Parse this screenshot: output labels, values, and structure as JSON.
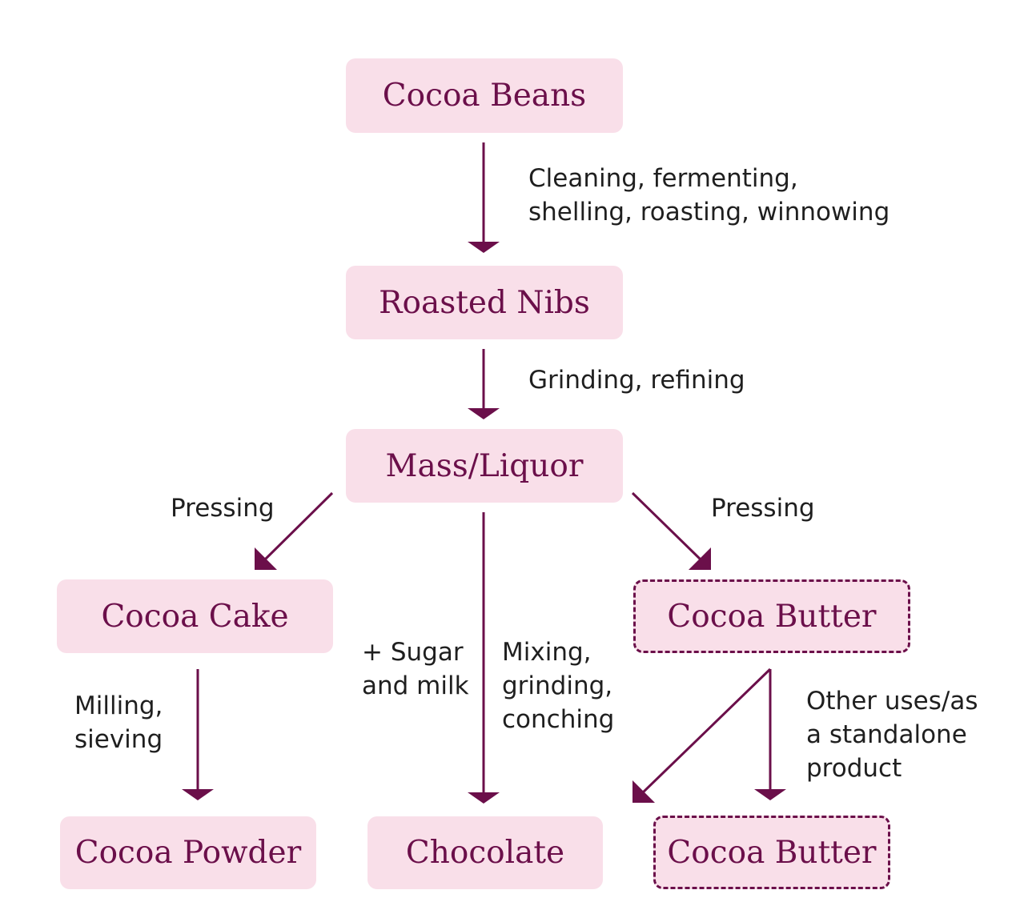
{
  "colors": {
    "node_fill": "#f9dfe9",
    "node_text": "#6b0f4a",
    "arrow": "#6b0f4a",
    "label_text": "#1f1f1f"
  },
  "nodes": {
    "cocoa_beans": "Cocoa Beans",
    "roasted_nibs": "Roasted Nibs",
    "mass_liquor": "Mass/Liquor",
    "cocoa_cake": "Cocoa Cake",
    "cocoa_butter_top": "Cocoa Butter",
    "cocoa_powder": "Cocoa Powder",
    "chocolate": "Chocolate",
    "cocoa_butter_bottom": "Cocoa Butter"
  },
  "labels": {
    "beans_to_nibs": "Cleaning, fermenting,\nshelling, roasting, winnowing",
    "nibs_to_mass": "Grinding, refining",
    "mass_to_cake": "Pressing",
    "mass_to_butter": "Pressing",
    "cake_to_powder": "Milling,\nsieving",
    "sugar_milk": "+ Sugar\nand milk",
    "mass_to_chocolate": "Mixing,\ngrinding,\nconching",
    "butter_standalone": "Other uses/as\na standalone\nproduct"
  }
}
